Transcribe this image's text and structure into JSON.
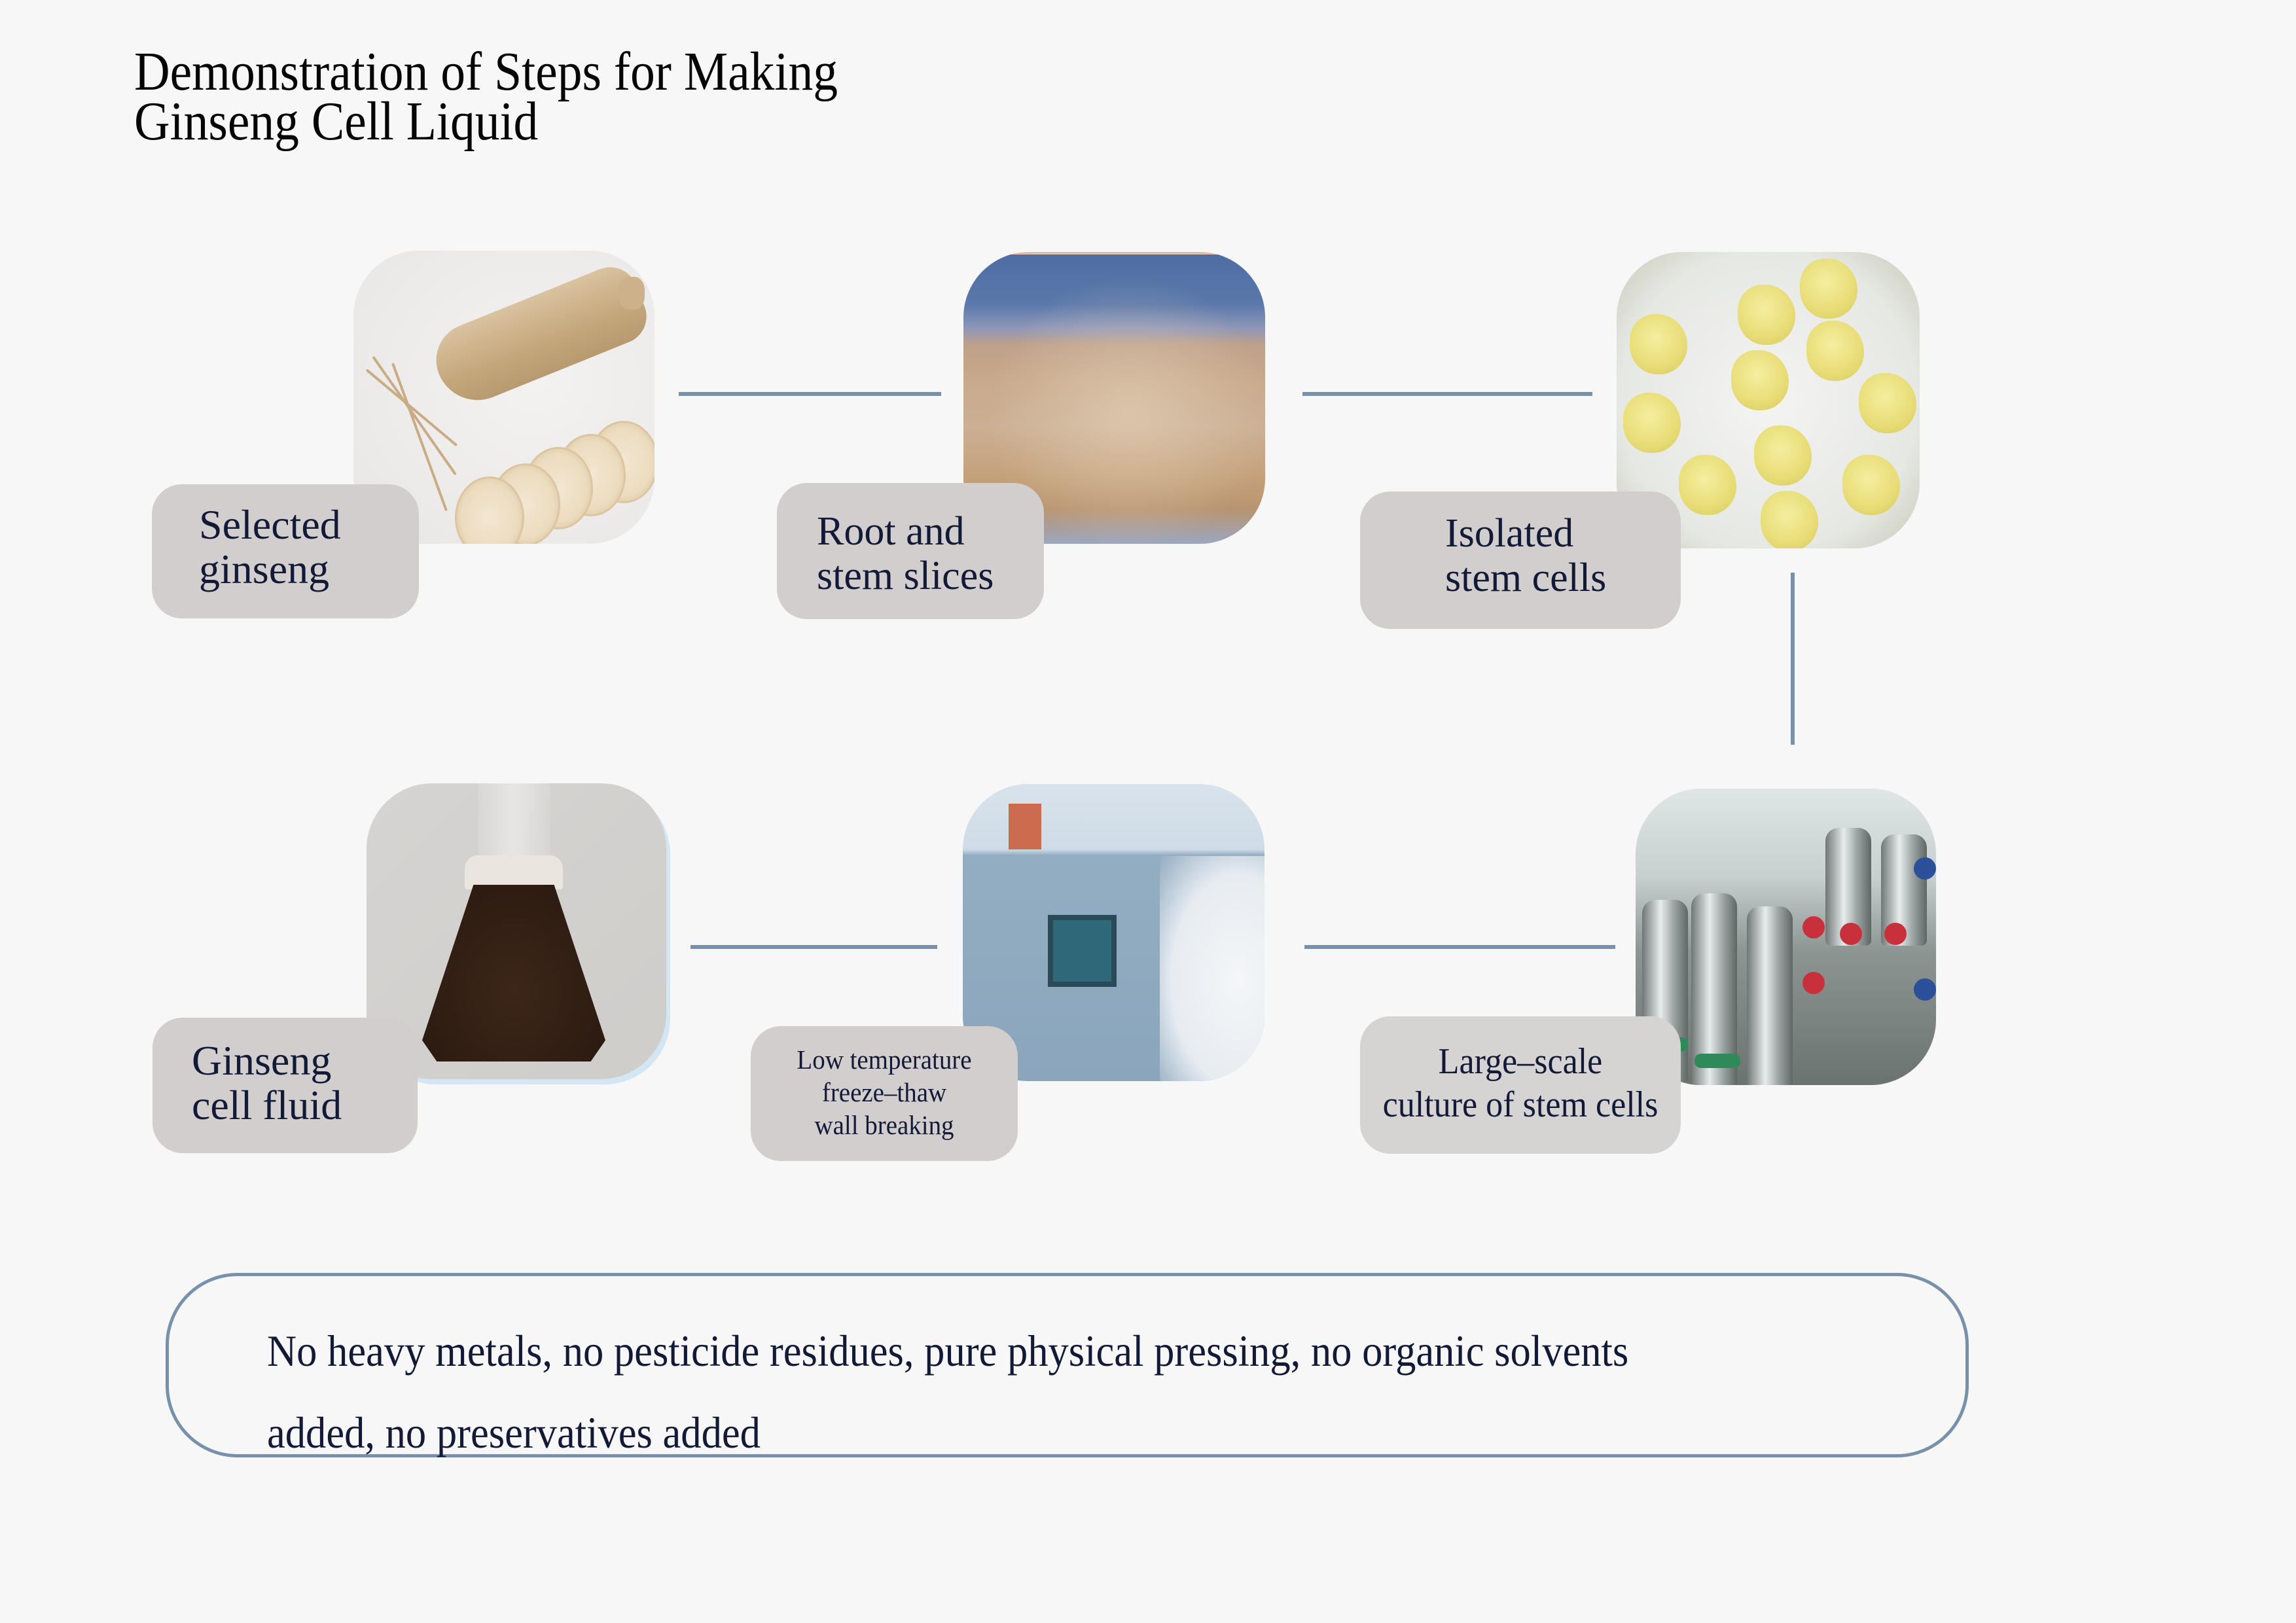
{
  "title": {
    "line1": "Demonstration of Steps for Making",
    "line2": "Ginseng Cell Liquid"
  },
  "colors": {
    "background": "#f7f7f7",
    "label_bg": "#d1cecd",
    "label_text": "#131a38",
    "connector": "#7890a8"
  },
  "steps": [
    {
      "order": 1,
      "image": "ginseng-root-photo",
      "label_lines": [
        "Selected",
        "ginseng"
      ]
    },
    {
      "order": 2,
      "image": "root-slice-photo",
      "label_lines": [
        "Root and",
        "stem slices"
      ]
    },
    {
      "order": 3,
      "image": "stem-cells-dish-photo",
      "label_lines": [
        "Isolated",
        "stem cells"
      ]
    },
    {
      "order": 4,
      "image": "bioreactor-photo",
      "label_lines": [
        "Large–scale",
        "culture of stem cells"
      ]
    },
    {
      "order": 5,
      "image": "freezer-machine-photo",
      "label_lines": [
        "Low temperature",
        "freeze–thaw",
        "wall breaking"
      ]
    },
    {
      "order": 6,
      "image": "flask-liquid-photo",
      "label_lines": [
        "Ginseng",
        "cell fluid"
      ]
    }
  ],
  "statement": {
    "line1": "No heavy metals, no pesticide residues, pure physical pressing, no organic solvents",
    "line2": "added, no preservatives added"
  }
}
